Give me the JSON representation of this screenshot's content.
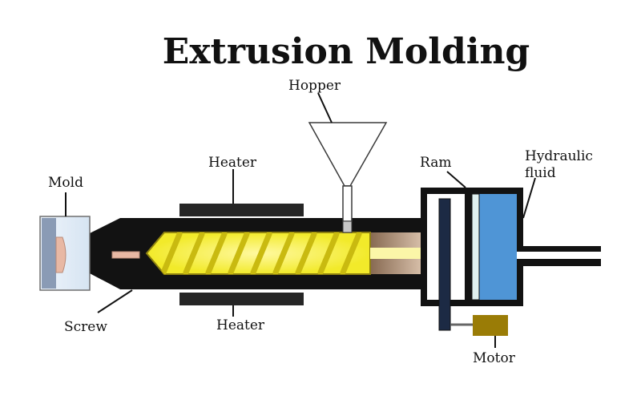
{
  "title": "Extrusion Molding",
  "labels": {
    "hopper": "Hopper",
    "heater_top": "Heater",
    "heater_bottom": "Heater",
    "mold": "Mold",
    "screw": "Screw",
    "ram": "Ram",
    "hydraulic_line1": "Hydraulic",
    "hydraulic_line2": "fluid",
    "motor": "Motor"
  },
  "colors": {
    "barrel": "#121212",
    "screw_fill": "#f2ea2a",
    "screw_glow": "#fbf6a8",
    "flights": "#c9ba10",
    "heater": "#262626",
    "mold_block": "#8a9bb5",
    "mold_cavity": "#dfeaf6",
    "hydraulic_fluid": "#4f95d6",
    "motor": "#9a7c06",
    "product": "#e8b8a4",
    "melt_start": "#7a5c44",
    "melt_end": "#d8c0aa"
  }
}
